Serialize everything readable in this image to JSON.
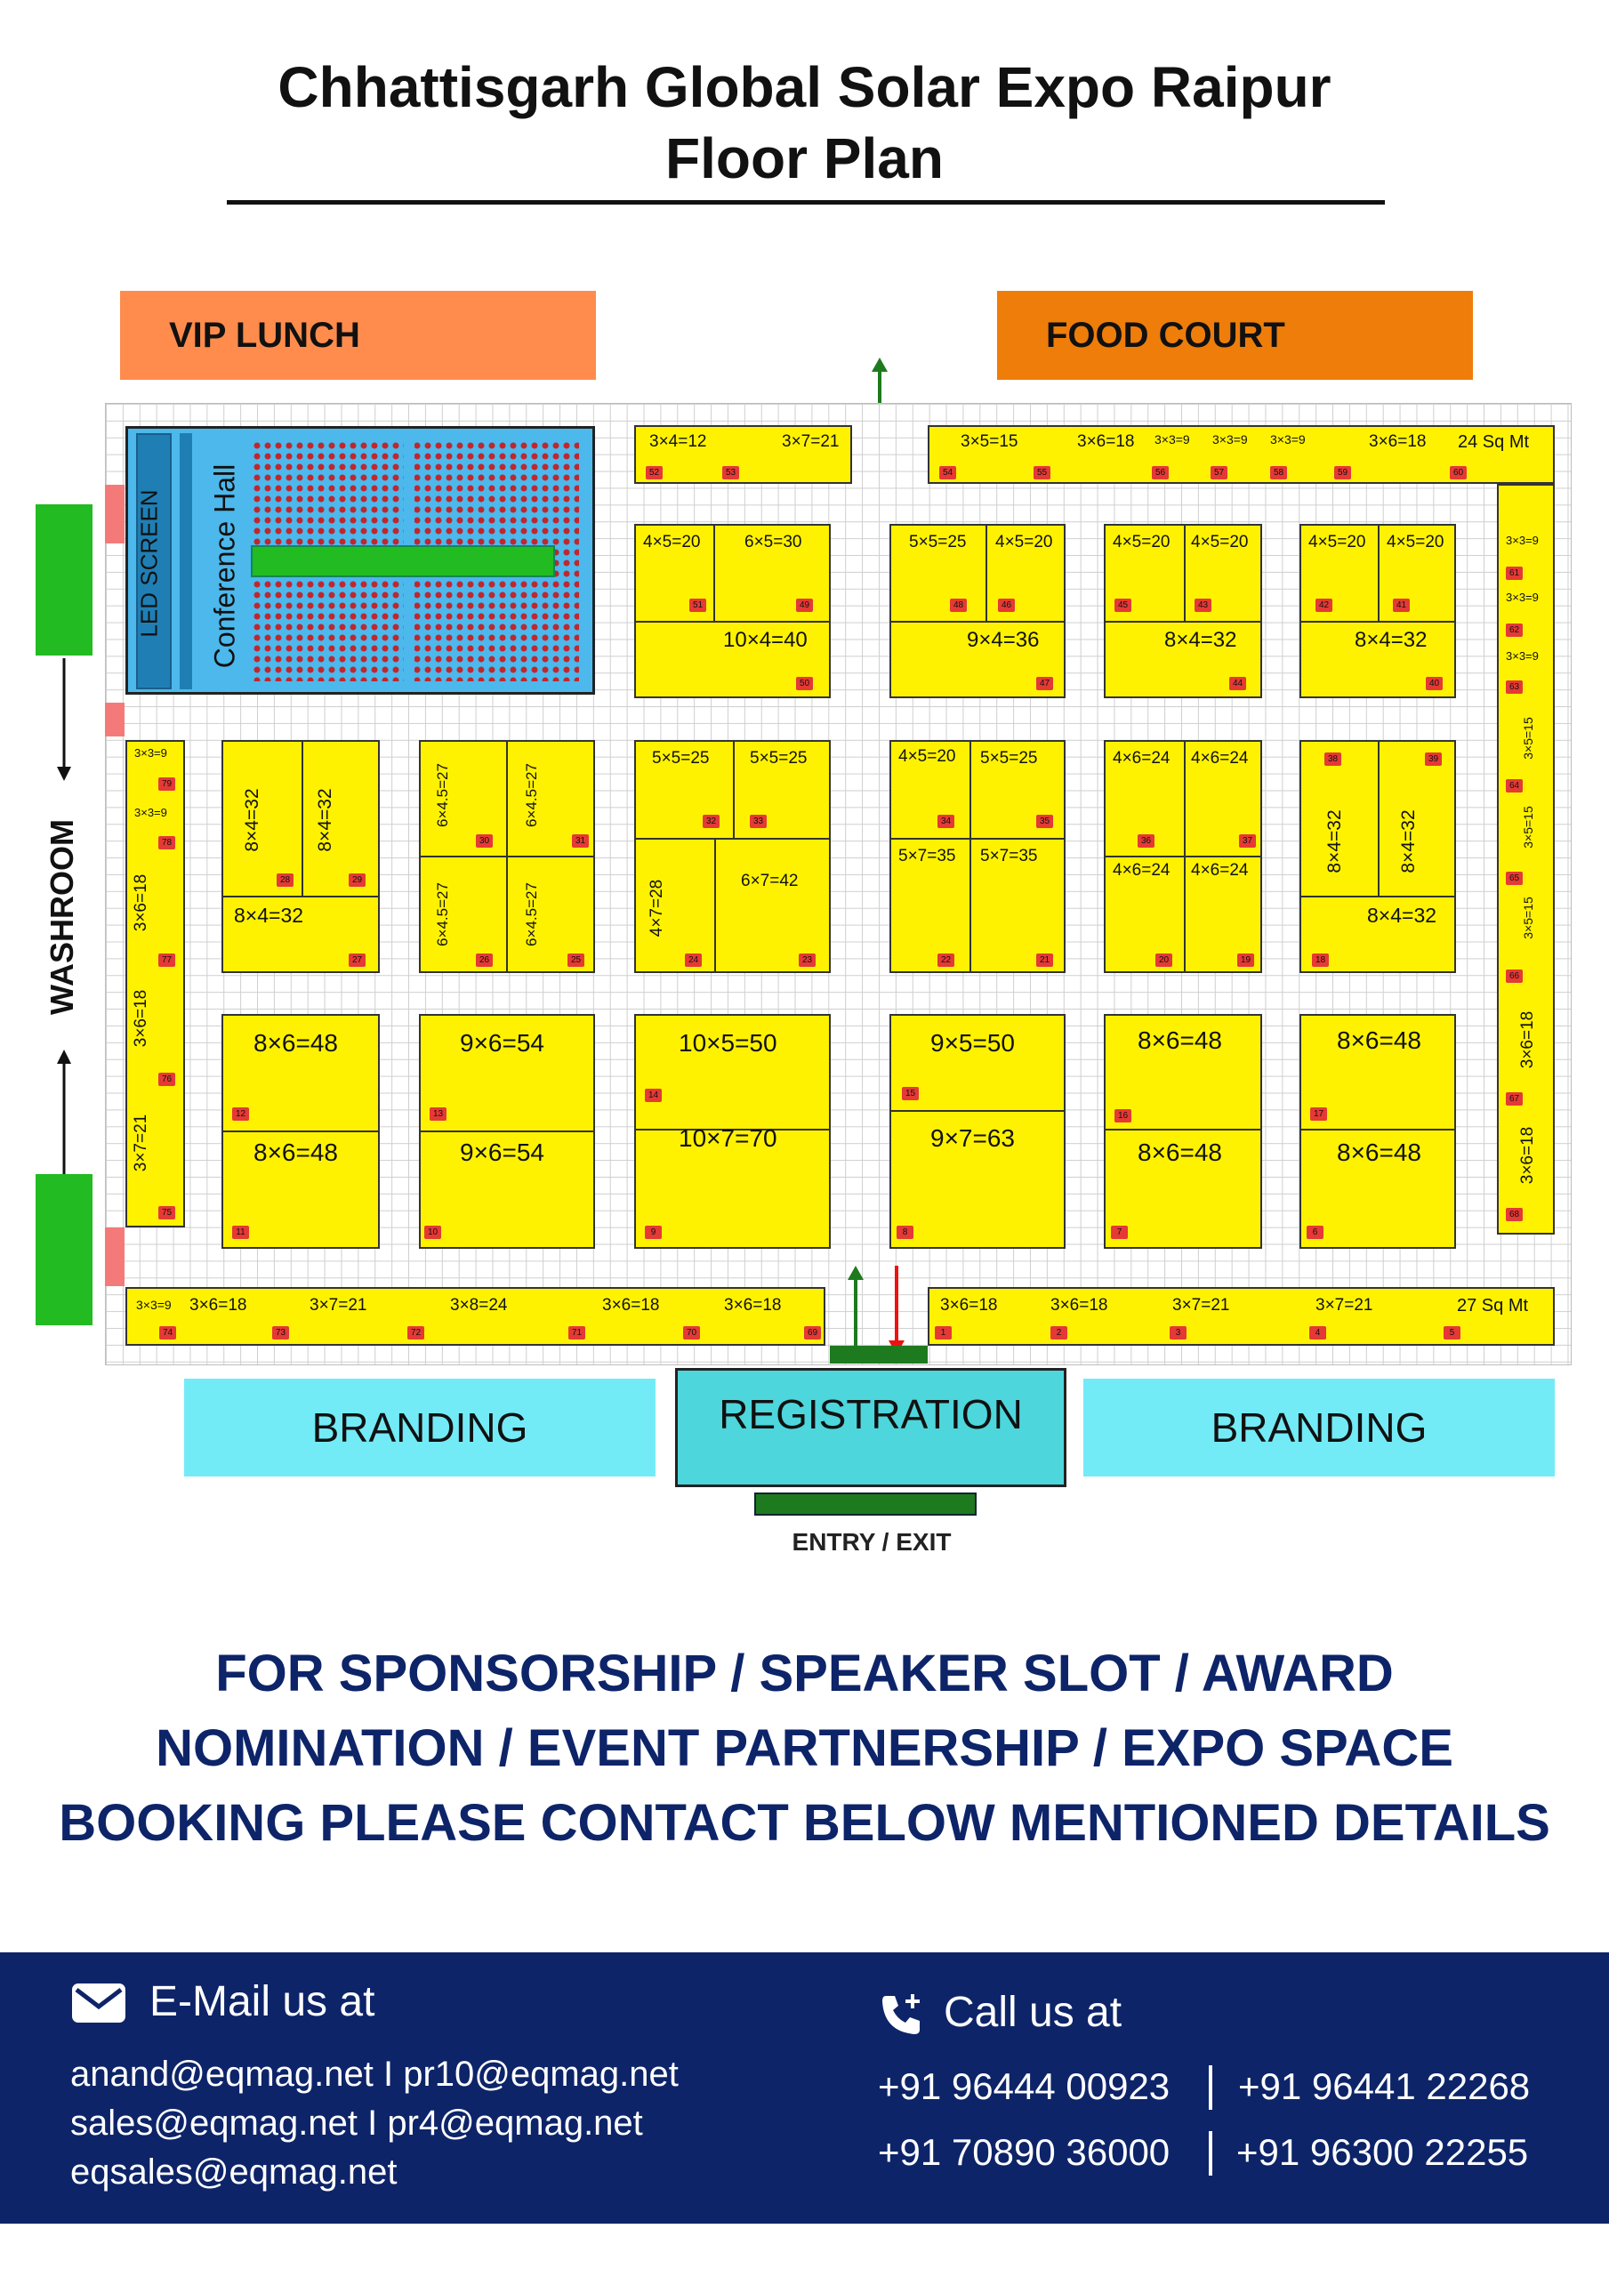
{
  "title": {
    "line1": "Chhattisgarh Global Solar Expo Raipur",
    "line2": "Floor Plan"
  },
  "zones": {
    "vip_lunch": "VIP LUNCH",
    "food_court": "FOOD COURT",
    "led_screen": "LED SCREEN",
    "conference_hall": "Conference Hall",
    "washroom": "WASHROOM",
    "branding_left": "BRANDING",
    "registration": "REGISTRATION",
    "branding_right": "BRANDING",
    "entry_exit": "ENTRY / EXIT"
  },
  "stalls": {
    "s52": "3×4=12",
    "n52": "52",
    "s53": "3×7=21",
    "n53": "53",
    "s54": "3×5=15",
    "n54": "54",
    "s55": "3×6=18",
    "n55": "55",
    "s56": "3×3=9",
    "n56": "56",
    "s57": "3×3=9",
    "n57": "57",
    "s58": "3×3=9",
    "n58": "58",
    "s59": "3×6=18",
    "n59": "59",
    "s60": "24 Sq Mt",
    "n60": "60",
    "s51": "4×5=20",
    "n51": "51",
    "s49": "6×5=30",
    "n49": "49",
    "s50": "10×4=40",
    "n50": "50",
    "s48": "5×5=25",
    "n48": "48",
    "s46": "4×5=20",
    "n46": "46",
    "s47": "9×4=36",
    "n47": "47",
    "s45": "4×5=20",
    "n45": "45",
    "s43": "4×5=20",
    "n43": "43",
    "s44": "8×4=32",
    "n44": "44",
    "s42": "4×5=20",
    "n42": "42",
    "s41": "4×5=20",
    "n41": "41",
    "s40": "8×4=32",
    "n40": "40",
    "s61": "3×3=9",
    "n61": "61",
    "s62": "3×3=9",
    "n62": "62",
    "s63": "3×3=9",
    "n63": "63",
    "s64": "3×5=15",
    "n64": "64",
    "s65": "3×5=15",
    "n65": "65",
    "s66": "3×5=15",
    "n66": "66",
    "s67": "3×6=18",
    "n67": "67",
    "s68": "3×6=18",
    "n68": "68",
    "s79": "3×3=9",
    "n79": "79",
    "s78": "3×3=9",
    "n78": "78",
    "s77": "3×6=18",
    "n77": "77",
    "s76": "3×6=18",
    "n76": "76",
    "s75": "3×7=21",
    "n75": "75",
    "s28": "8×4=32",
    "n28": "28",
    "s29": "8×4=32",
    "n29": "29",
    "s27": "8×4=32",
    "n27": "27",
    "s30": "6×4.5=27",
    "n30": "30",
    "s31": "6×4.5=27",
    "n31": "31",
    "s26": "6×4.5=27",
    "n26": "26",
    "s25": "6×4.5=27",
    "n25": "25",
    "s32": "5×5=25",
    "n32": "32",
    "s33": "5×5=25",
    "n33": "33",
    "s24": "4×7=28",
    "n24": "24",
    "s23": "6×7=42",
    "n23": "23",
    "s34": "4×5=20",
    "n34": "34",
    "s35": "5×5=25",
    "n35": "35",
    "s22": "5×7=35",
    "n22": "22",
    "s21": "5×7=35",
    "n21": "21",
    "s36": "4×6=24",
    "n36": "36",
    "s37": "4×6=24",
    "n37": "37",
    "s20": "4×6=24",
    "n20": "20",
    "s19": "4×6=24",
    "n19": "19",
    "s38": "8×4=32",
    "n38": "38",
    "s39": "8×4=32",
    "n39": "39",
    "s18": "8×4=32",
    "n18": "18",
    "s12": "8×6=48",
    "n12": "12",
    "s11": "8×6=48",
    "n11": "11",
    "s13": "9×6=54",
    "n13": "13",
    "s10": "9×6=54",
    "n10": "10",
    "s14": "10×5=50",
    "n14": "14",
    "s9": "10×7=70",
    "n9": "9",
    "s15": "9×5=50",
    "n15": "15",
    "s8": "9×7=63",
    "n8": "8",
    "s16": "8×6=48",
    "n16": "16",
    "s7": "8×6=48",
    "n7": "7",
    "s17": "8×6=48",
    "n17": "17",
    "s6": "8×6=48",
    "n6": "6",
    "s74": "3×3=9",
    "n74": "74",
    "s73": "3×6=18",
    "n73": "73",
    "s72": "3×7=21",
    "n72": "72",
    "s71": "3×8=24",
    "n71": "71",
    "s70": "3×6=18",
    "n70": "70",
    "s69": "3×6=18",
    "n69": "69",
    "s1": "3×6=18",
    "n1": "1",
    "s2": "3×6=18",
    "n2": "2",
    "s3": "3×7=21",
    "n3": "3",
    "s4": "3×7=21",
    "n4": "4",
    "s5": "27 Sq Mt",
    "n5": "5"
  },
  "promo": {
    "line1": "FOR SPONSORSHIP / SPEAKER SLOT / AWARD",
    "line2": "NOMINATION / EVENT PARTNERSHIP / EXPO SPACE",
    "line3": "BOOKING PLEASE CONTACT BELOW MENTIONED DETAILS"
  },
  "contact": {
    "email_heading": "E-Mail us at",
    "email_line1": "anand@eqmag.net I pr10@eqmag.net",
    "email_line2": "sales@eqmag.net I pr4@eqmag.net",
    "email_line3": "eqsales@eqmag.net",
    "call_heading": "Call us at",
    "phone1": "+91 96444 00923",
    "phone2": "+91 96441 22268",
    "phone3": "+91 70890 36000",
    "phone4": "+91 96300 22255"
  },
  "colors": {
    "stall": "#fff200",
    "conference": "#4cb8ec",
    "vip": "#ff8c4c",
    "food": "#ef7d0a",
    "branding": "#73ebf7",
    "registration": "#4dd6dc",
    "green": "#22bb22",
    "band": "#0d2469"
  }
}
